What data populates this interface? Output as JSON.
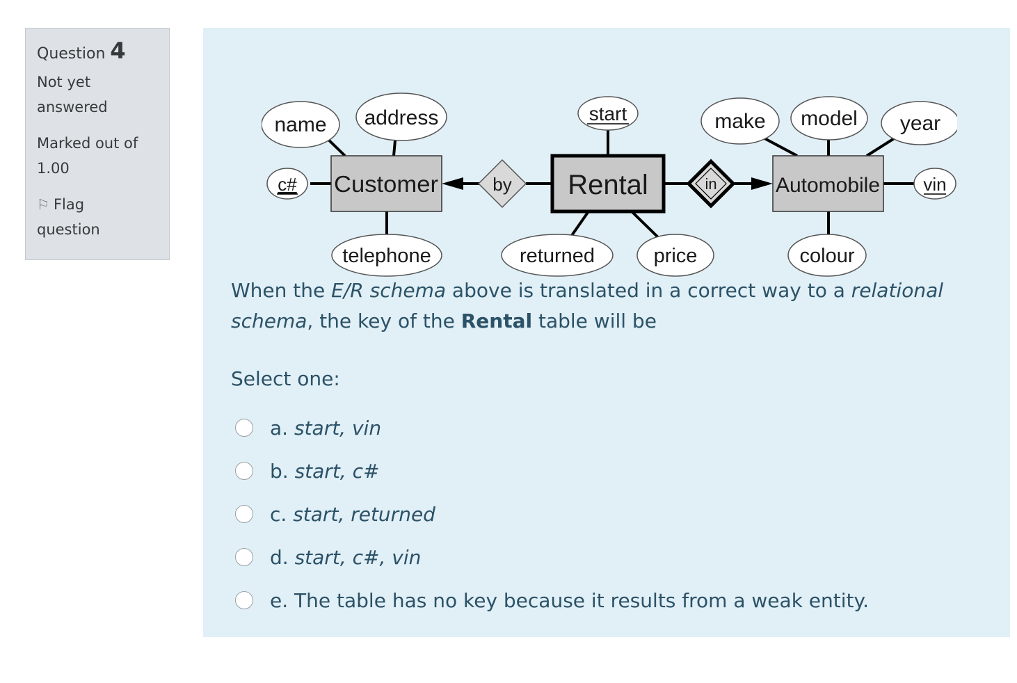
{
  "info": {
    "question_label": "Question",
    "question_number": "4",
    "state_line1": "Not yet",
    "state_line2": "answered",
    "grade_line1": "Marked out of",
    "grade_line2": "1.00",
    "flag_line1": "Flag",
    "flag_line2": "question",
    "flag_icon": "flag-outline-icon"
  },
  "diagram": {
    "entities": [
      "Customer",
      "Rental",
      "Automobile"
    ],
    "relationships": [
      "by",
      "in"
    ],
    "customer_attributes": [
      "name",
      "address",
      "c#",
      "telephone"
    ],
    "rental_attributes": [
      "start",
      "returned",
      "price"
    ],
    "automobile_attributes": [
      "make",
      "model",
      "year",
      "vin",
      "colour"
    ],
    "key_attributes": [
      "c#",
      "start",
      "vin"
    ],
    "weak_entity": "Rental",
    "identifying_relationship": "in"
  },
  "question": {
    "part1": "When the ",
    "part2": "E/R schema",
    "part3": " above is translated in a correct way to a ",
    "part4": "relational schema",
    "part5": ", the key of the ",
    "part6": "Rental",
    "part7": " table will be"
  },
  "prompt": "Select one:",
  "options": [
    {
      "letter": "a. ",
      "text": "start, vin"
    },
    {
      "letter": "b. ",
      "text": "start, c#"
    },
    {
      "letter": "c. ",
      "text": "start, returned"
    },
    {
      "letter": "d. ",
      "text": "start, c#, vin"
    },
    {
      "letter": "e. ",
      "text": "The table has no key because it results from a weak entity."
    }
  ],
  "colors": {
    "content_bg": "#e1eff6",
    "info_bg": "#dee2e6",
    "text": "#2b5267",
    "entity_fill": "#c8c8c8",
    "relationship_fill": "#d9d9d9"
  }
}
